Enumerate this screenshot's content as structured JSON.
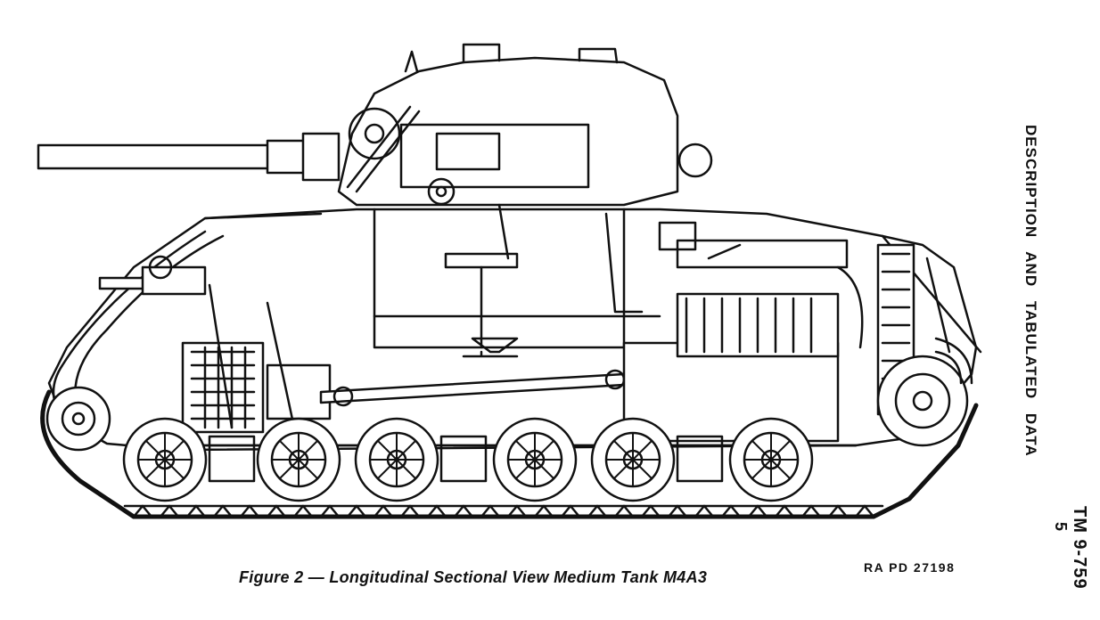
{
  "figure": {
    "caption": "Figure 2 — Longitudinal Sectional View Medium Tank M4A3",
    "plate_number": "RA PD 27198"
  },
  "sidebar": {
    "section_title": "DESCRIPTION AND TABULATED DATA",
    "manual_number": "TM 9-759",
    "page_number": "5"
  },
  "colors": {
    "ink": "#111111",
    "paper": "#ffffff"
  }
}
